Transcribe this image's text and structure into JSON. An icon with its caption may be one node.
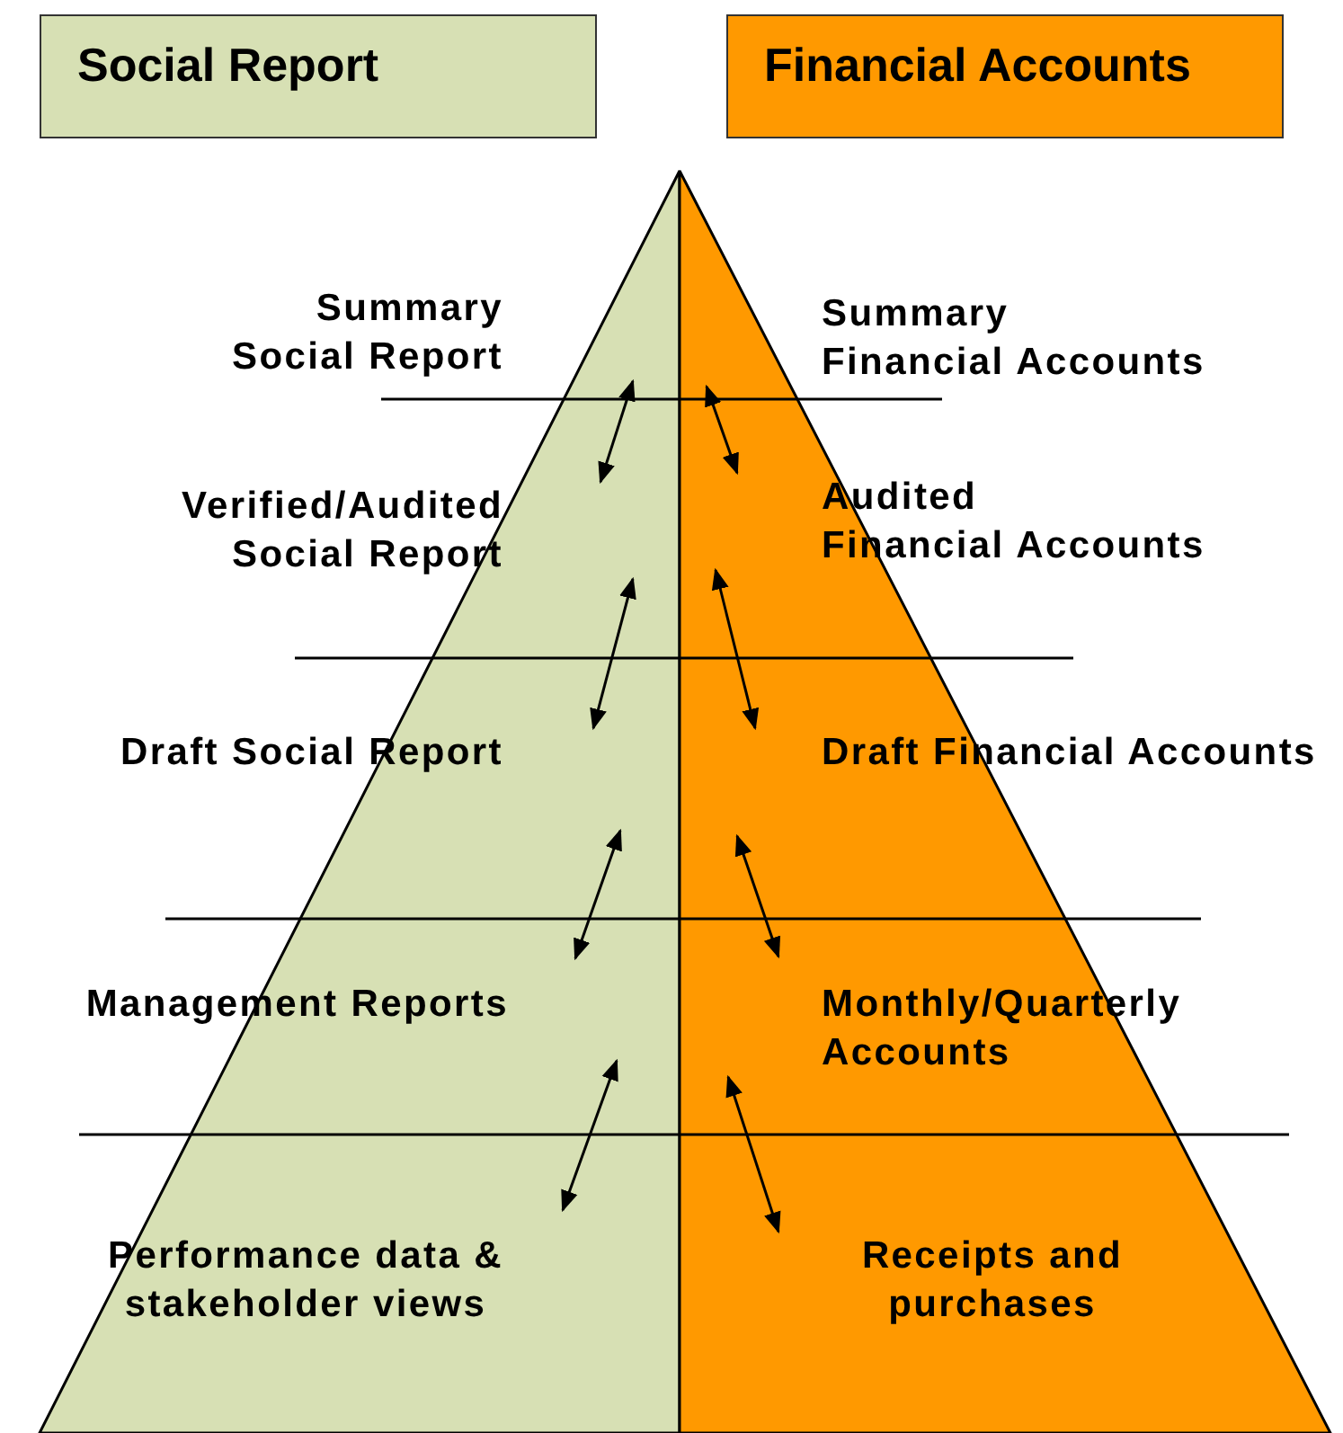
{
  "diagram": {
    "nodes": [
      {
        "text": [
          "Social Report"
        ]
      },
      {
        "text": [
          "Financial Accounts"
        ]
      },
      {
        "text": [
          "Summary Social Report"
        ]
      },
      {
        "text": [
          "Summary Financial Accounts"
        ]
      },
      {
        "text": [
          "Verified/Audited Social Report"
        ]
      },
      {
        "text": [
          "Audited Financial Accounts"
        ]
      },
      {
        "text": [
          "Draft Social Report"
        ]
      },
      {
        "text": [
          "Draft Financial Accounts"
        ]
      },
      {
        "text": [
          "Management Reports"
        ]
      },
      {
        "text": [
          "Monthly/Quarterly Accounts"
        ]
      },
      {
        "text": [
          "Performance data & stakeholder views"
        ]
      },
      {
        "text": [
          "Receipts and purchases"
        ]
      }
    ],
    "edges": [
      {
        "from": 2,
        "to": 4,
        "arrow": "both"
      },
      {
        "from": 3,
        "to": 5,
        "arrow": "both"
      },
      {
        "from": 4,
        "to": 6,
        "arrow": "both"
      },
      {
        "from": 5,
        "to": 7,
        "arrow": "both"
      },
      {
        "from": 6,
        "to": 8,
        "arrow": "both"
      },
      {
        "from": 7,
        "to": 9,
        "arrow": "both"
      },
      {
        "from": 8,
        "to": 10,
        "arrow": "both"
      },
      {
        "from": 9,
        "to": 11,
        "arrow": "both"
      }
    ]
  }
}
